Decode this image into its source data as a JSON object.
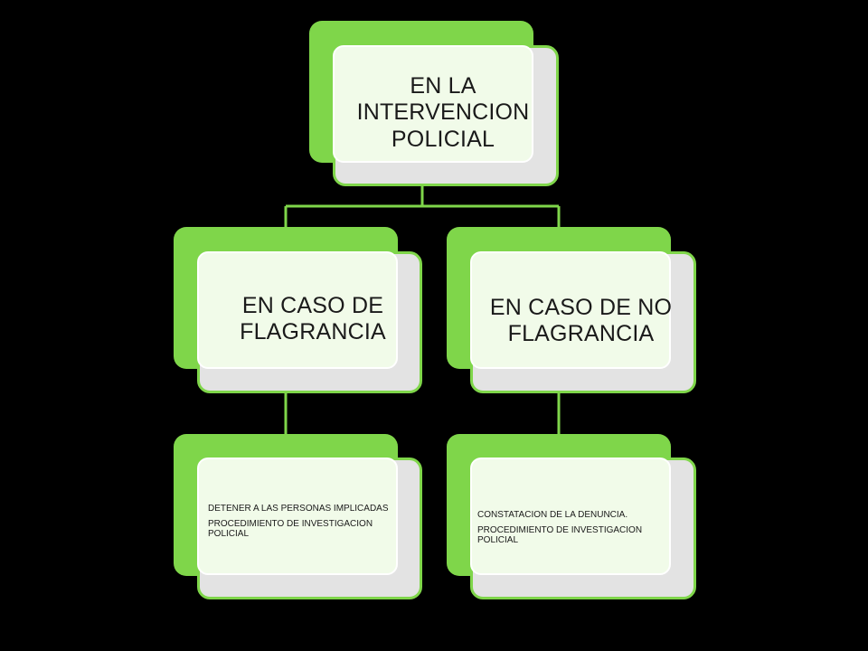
{
  "colors": {
    "background": "#000000",
    "accent_green": "#7fd64a",
    "card_fill": "#f1fbe9",
    "shadow_fill": "#e3e3e3"
  },
  "root": {
    "label": "EN LA INTERVENCION POLICIAL"
  },
  "branches": [
    {
      "label": "EN CASO DE FLAGRANCIA",
      "details": [
        "DETENER A LAS PERSONAS IMPLICADAS",
        "PROCEDIMIENTO DE INVESTIGACION POLICIAL"
      ]
    },
    {
      "label": "EN CASO DE NO FLAGRANCIA",
      "details": [
        "CONSTATACION DE LA DENUNCIA.",
        "PROCEDIMIENTO DE INVESTIGACION POLICIAL"
      ]
    }
  ]
}
